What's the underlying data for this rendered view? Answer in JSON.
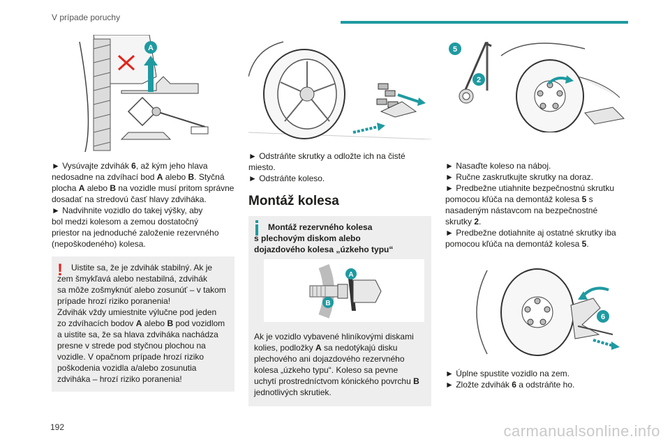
{
  "header": {
    "title": "V prípade poruchy"
  },
  "page_number": "192",
  "watermark": "carmanualsonline.info",
  "col1": {
    "figure_labels": {
      "a": "A"
    },
    "text_lines": [
      [
        {
          "t": "► Vysúvajte zdvihák "
        },
        {
          "b": "6"
        },
        {
          "t": ", až kým jeho hlava"
        }
      ],
      [
        {
          "t": "nedosadne na zdvíhací bod "
        },
        {
          "b": "A"
        },
        {
          "t": " alebo "
        },
        {
          "b": "B"
        },
        {
          "t": ". Styčná"
        }
      ],
      [
        {
          "t": "plocha "
        },
        {
          "b": "A"
        },
        {
          "t": " alebo "
        },
        {
          "b": "B"
        },
        {
          "t": " na vozidle musí pritom správne"
        }
      ],
      [
        {
          "t": "dosadať na stredovú časť hlavy zdviháka."
        }
      ],
      [
        {
          "t": "► Nadvihnite vozidlo do takej výšky, aby"
        }
      ],
      [
        {
          "t": "bol medzi kolesom a zemou dostatočný"
        }
      ],
      [
        {
          "t": "priestor na jednoduché založenie rezervného"
        }
      ],
      [
        {
          "t": "(nepoškodeného) kolesa."
        }
      ]
    ],
    "warning_mark": "!",
    "warning_lines": [
      [
        {
          "t": "Uistite sa, že je zdvihák stabilný. Ak je"
        }
      ],
      [
        {
          "t": "zem šmykľavá alebo nestabilná, zdvihák"
        }
      ],
      [
        {
          "t": "sa môže zošmyknúť alebo zosunúť – v takom"
        }
      ],
      [
        {
          "t": "prípade hrozí riziko poranenia!"
        }
      ],
      [
        {
          "t": "Zdvihák vždy umiestnite výlučne pod jeden"
        }
      ],
      [
        {
          "t": "zo zdvíhacích bodov "
        },
        {
          "b": "A"
        },
        {
          "t": " alebo "
        },
        {
          "b": "B"
        },
        {
          "t": " pod vozidlom"
        }
      ],
      [
        {
          "t": "a uistite sa, že sa hlava zdviháka nachádza"
        }
      ],
      [
        {
          "t": "presne v strede pod styčnou plochou na"
        }
      ],
      [
        {
          "t": "vozidle. V opačnom prípade hrozí riziko"
        }
      ],
      [
        {
          "t": "poškodenia vozidla a/alebo zosunutia"
        }
      ],
      [
        {
          "t": "zdviháka – hrozí riziko poranenia!"
        }
      ]
    ]
  },
  "col2": {
    "text_lines": [
      [
        {
          "t": "► Odstráňte skrutky a odložte ich na čisté"
        }
      ],
      [
        {
          "t": "miesto."
        }
      ],
      [
        {
          "t": "► Odstráňte koleso."
        }
      ]
    ],
    "heading": "Montáž kolesa",
    "info_title_lines": [
      "Montáž rezervného kolesa",
      "s plechovým diskom alebo",
      "dojazdového kolesa „úzkeho typu“"
    ],
    "info_fig_labels": {
      "a": "A",
      "b": "B"
    },
    "info_lines": [
      [
        {
          "t": "Ak je vozidlo vybavené hliníkovými diskami"
        }
      ],
      [
        {
          "t": "kolies, podložky "
        },
        {
          "b": "A"
        },
        {
          "t": " sa nedotýkajú disku"
        }
      ],
      [
        {
          "t": "plechového ani dojazdového rezervného"
        }
      ],
      [
        {
          "t": "kolesa „úzkeho typu“. Koleso sa pevne"
        }
      ],
      [
        {
          "t": "uchytí prostredníctvom kónického povrchu "
        },
        {
          "b": "B"
        }
      ],
      [
        {
          "t": "jednotlivých skrutiek."
        }
      ]
    ]
  },
  "col3": {
    "figure_labels": {
      "five": "5",
      "two": "2",
      "six": "6"
    },
    "text_lines": [
      [
        {
          "t": "► Nasaďte koleso na náboj."
        }
      ],
      [
        {
          "t": "► Ručne zaskrutkujte skrutky na doraz."
        }
      ],
      [
        {
          "t": "► Predbežne utiahnite bezpečnostnú skrutku"
        }
      ],
      [
        {
          "t": "pomocou kľúča na demontáž kolesa "
        },
        {
          "b": "5"
        },
        {
          "t": " s"
        }
      ],
      [
        {
          "t": "nasadeným nástavcom na bezpečnostné"
        }
      ],
      [
        {
          "t": "skrutky "
        },
        {
          "b": "2"
        },
        {
          "t": "."
        }
      ],
      [
        {
          "t": "► Predbežne dotiahnite aj ostatné skrutky iba"
        }
      ],
      [
        {
          "t": "pomocou kľúča na demontáž kolesa "
        },
        {
          "b": "5"
        },
        {
          "t": "."
        }
      ]
    ],
    "text_lines_b": [
      [
        {
          "t": "► Úplne spustite vozidlo na zem."
        }
      ],
      [
        {
          "t": "► Zložte zdvihák "
        },
        {
          "b": "6"
        },
        {
          "t": " a odstráňte ho."
        }
      ]
    ]
  },
  "colors": {
    "accent": "#1f9aa1",
    "warning": "#e2231a",
    "box": "#eeeeee"
  }
}
